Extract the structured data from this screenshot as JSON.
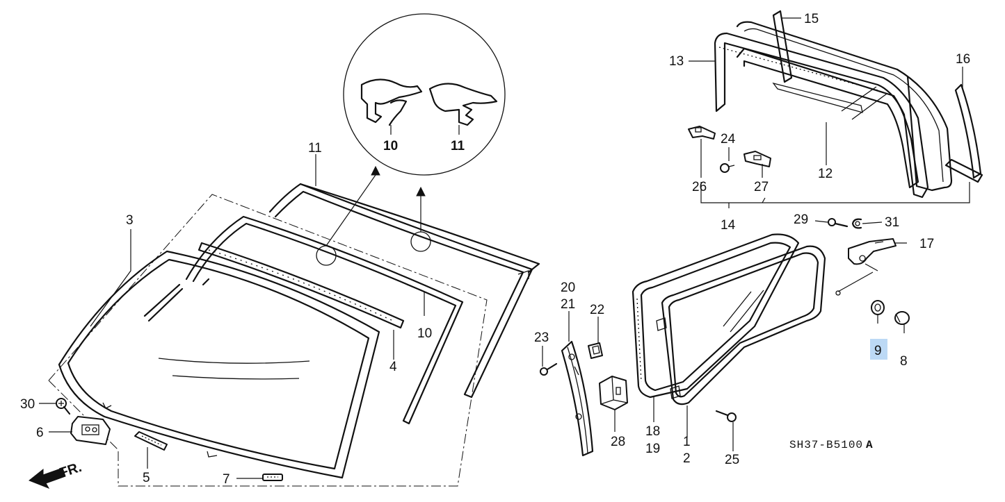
{
  "diagram": {
    "code": "SH37-B5100",
    "code_suffix": "A",
    "direction_label": "FR.",
    "highlight_color": "#bcd9f5",
    "callouts": [
      {
        "id": "c1",
        "label": "1"
      },
      {
        "id": "c2",
        "label": "2"
      },
      {
        "id": "c3",
        "label": "3"
      },
      {
        "id": "c4",
        "label": "4"
      },
      {
        "id": "c5",
        "label": "5"
      },
      {
        "id": "c6",
        "label": "6"
      },
      {
        "id": "c7",
        "label": "7"
      },
      {
        "id": "c8",
        "label": "8"
      },
      {
        "id": "c9",
        "label": "9",
        "highlighted": true
      },
      {
        "id": "c10",
        "label": "10"
      },
      {
        "id": "c11",
        "label": "11"
      },
      {
        "id": "c12",
        "label": "12"
      },
      {
        "id": "c13",
        "label": "13"
      },
      {
        "id": "c14",
        "label": "14"
      },
      {
        "id": "c15",
        "label": "15"
      },
      {
        "id": "c16",
        "label": "16"
      },
      {
        "id": "c17",
        "label": "17"
      },
      {
        "id": "c18",
        "label": "18"
      },
      {
        "id": "c19",
        "label": "19"
      },
      {
        "id": "c20",
        "label": "20"
      },
      {
        "id": "c21",
        "label": "21"
      },
      {
        "id": "c22",
        "label": "22"
      },
      {
        "id": "c23",
        "label": "23"
      },
      {
        "id": "c24",
        "label": "24"
      },
      {
        "id": "c25",
        "label": "25"
      },
      {
        "id": "c26",
        "label": "26"
      },
      {
        "id": "c27",
        "label": "27"
      },
      {
        "id": "c28",
        "label": "28"
      },
      {
        "id": "c29",
        "label": "29"
      },
      {
        "id": "c30",
        "label": "30"
      },
      {
        "id": "c31",
        "label": "31"
      }
    ],
    "detail_labels": [
      {
        "id": "d10",
        "label": "10"
      },
      {
        "id": "d11",
        "label": "11"
      }
    ]
  }
}
